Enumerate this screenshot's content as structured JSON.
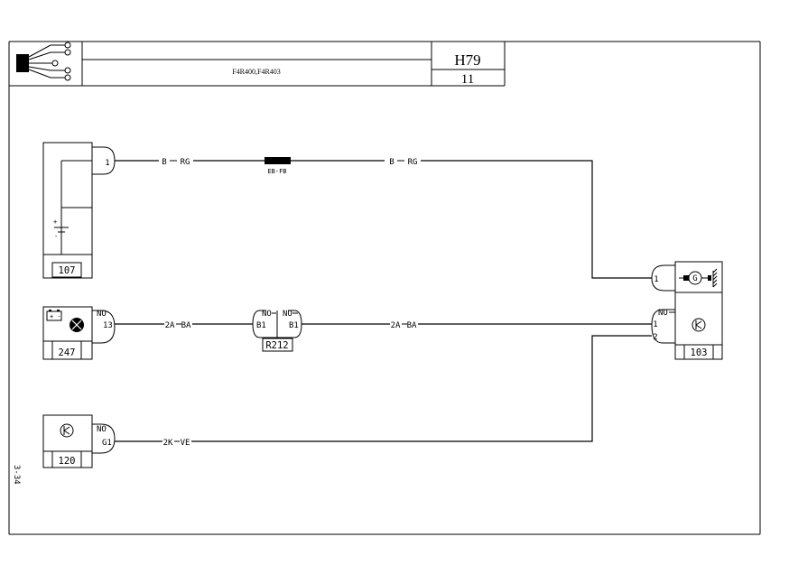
{
  "header": {
    "variant": "F4R400,F4R403",
    "code": "H79",
    "sheet": "11"
  },
  "page_ref": "3-34",
  "components": {
    "c107": {
      "number": "107",
      "terminal": "1"
    },
    "c247": {
      "number": "247",
      "terminal": "13",
      "pin_label": "NO"
    },
    "c120": {
      "number": "120",
      "terminal": "G1",
      "pin_label": "NO"
    },
    "c103": {
      "number": "103",
      "terminal_top": "1",
      "terminal_a": "1",
      "terminal_b": "2",
      "pin_label": "NO"
    },
    "r212": {
      "label": "R212",
      "pin_left": "B1",
      "pin_right": "B1",
      "left_label": "NO",
      "right_label": "NO"
    },
    "splice": {
      "label": "EB-FB"
    }
  },
  "wires": {
    "w1_a": "B",
    "w1_a_color": "RG",
    "w1_b": "B",
    "w1_b_color": "RG",
    "w2_a": "2A",
    "w2_a_color": "BA",
    "w2_b": "2A",
    "w2_b_color": "BA",
    "w3": "2K",
    "w3_color": "VE"
  },
  "colors": {
    "ink": "#000000",
    "background": "#ffffff"
  }
}
